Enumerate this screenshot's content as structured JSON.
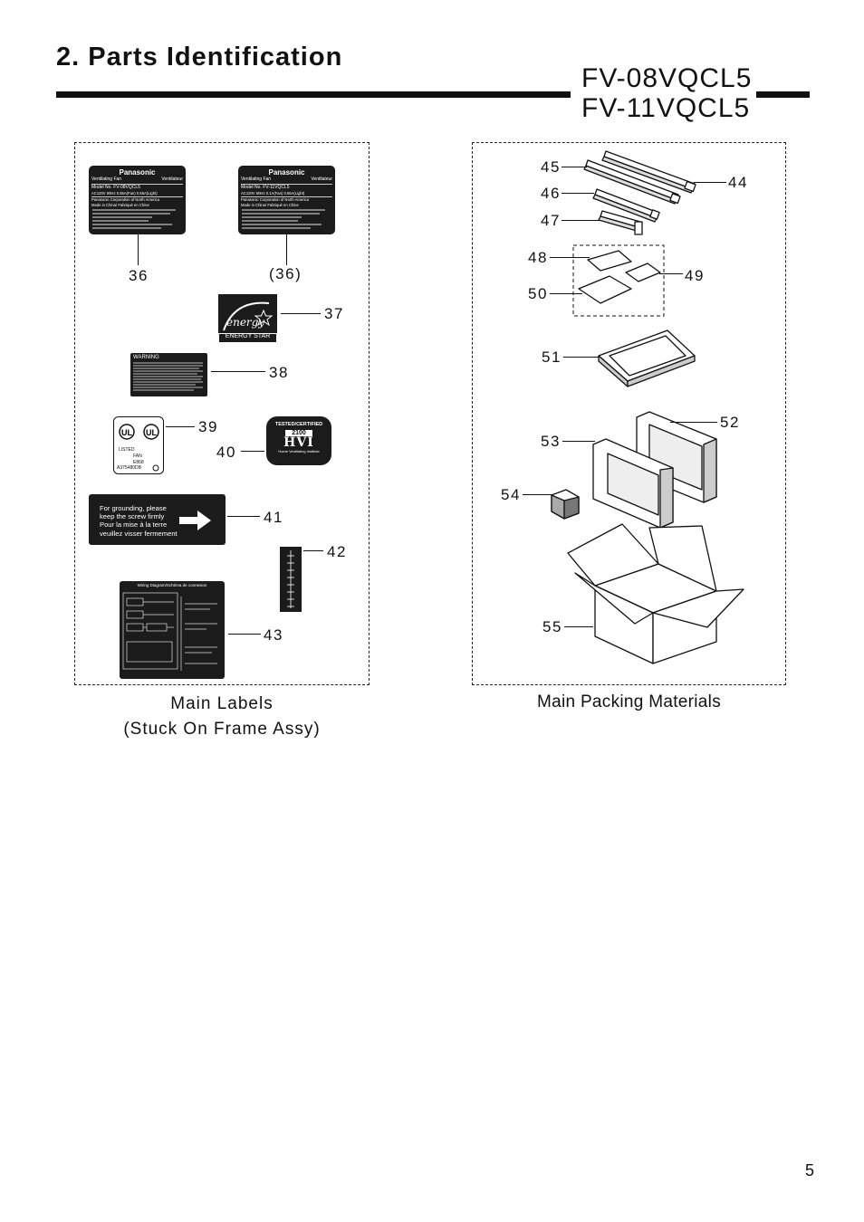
{
  "header": {
    "section_title": "2. Parts Identification",
    "models": [
      "FV-08VQCL5",
      "FV-11VQCL5"
    ]
  },
  "left_panel": {
    "caption_line1": "Main Labels",
    "caption_line2": "(Stuck On Frame Assy)",
    "callouts": {
      "p36": "36",
      "p36b": "(36)",
      "p37": "37",
      "p38": "38",
      "p39": "39",
      "p40": "40",
      "p41": "41",
      "p42": "42",
      "p43": "43"
    },
    "rating_label_1": {
      "brand": "Panasonic",
      "row1_left": "Ventilating Fan",
      "row1_right": "Ventilateur",
      "model_label": "Model No.",
      "model": "FV-08VQCL5",
      "rating": "AC120V 60Hz  0.55A(Fan) 0.55A(Light)",
      "company": "Panasonic Corporation of North America",
      "made_in": "Made in China/ Fabriqué en Chine"
    },
    "rating_label_2": {
      "brand": "Panasonic",
      "row1_left": "Ventilating Fan",
      "row1_right": "Ventilateur",
      "model_label": "Model No.",
      "model": "FV-11VQCL5",
      "rating": "AC120V 60Hz  0.1A(Fan) 0.55A(Light)",
      "company": "Panasonic Corporation of North America",
      "made_in": "Made in China/ Fabriqué en Chine"
    },
    "energy_star_text": "ENERGY STAR",
    "warning_title": "WARNING",
    "ul_text": [
      "LISTED",
      "FAN",
      "E868",
      "A375480DB"
    ],
    "hvi": {
      "top": "TESTED/CERTIFIED",
      "number": "2100",
      "bottom": "Home Ventilating Institute"
    },
    "grounding": [
      "For grounding, please",
      "keep the screw firmly",
      "Pour la mise à la terre",
      "veuillez visser fermement"
    ],
    "wiring_title": "Wiring Diagram/Schéma de connexion"
  },
  "right_panel": {
    "caption": "Main Packing Materials",
    "callouts": {
      "p44": "44",
      "p45": "45",
      "p46": "46",
      "p47": "47",
      "p48": "48",
      "p49": "49",
      "p50": "50",
      "p51": "51",
      "p52": "52",
      "p53": "53",
      "p54": "54",
      "p55": "55"
    }
  },
  "footer": {
    "page_number": "5"
  }
}
